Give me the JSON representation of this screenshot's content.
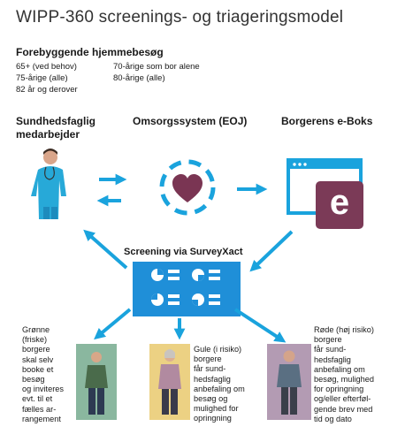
{
  "title": "WIPP-360 screenings- og triageringsmodel",
  "prevention": {
    "heading": "Forebyggende hjemmebesøg",
    "items": [
      "65+ (ved behov)",
      "70-årige som bor alene",
      "75-årige (alle)",
      "80-årige (alle)",
      "82 år og derover"
    ]
  },
  "columns": {
    "health": "Sundhedsfaglig medarbejder",
    "system": "Omsorgssystem (EOJ)",
    "eboks": "Borgerens e-Boks"
  },
  "eboks_letter": "e",
  "screening_label": "Screening via SurveyXact",
  "groups": {
    "green": "Grønne\n(friske)\nborgere\nskal selv\nbooke et\nbesøg\nog inviteres\nevt. til et\nfælles ar-\nrangement",
    "yellow": "Gule (i risiko)\nborgere\nfår sund-\nhedsfaglig\nanbefaling om\nbesøg og\nmulighed for\nopringning",
    "red": "Røde (høj risiko)\nborgere\nfår sund-\nhedsfaglig\nanbefaling om\nbesøg, mulighed\nfor opringning\nog/eller efterføl-\ngende brev med\ntid og dato"
  },
  "colors": {
    "arrow": "#1aa3dd",
    "screening": "#1f8fd8",
    "eboks": "#7b3a57",
    "heart": "#7a3553",
    "green_bg": "#8ab79f",
    "yellow_bg": "#ecd183",
    "red_bg": "#b39bb3"
  }
}
